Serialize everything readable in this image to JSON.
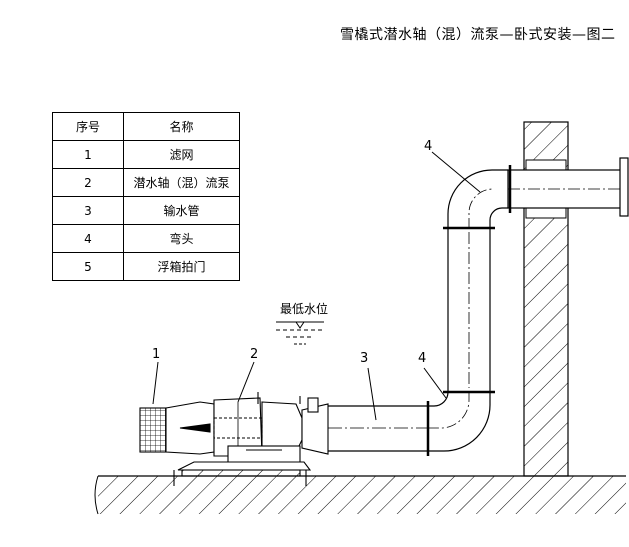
{
  "title": "雪橇式潜水轴（混）流泵—卧式安装—图二",
  "table": {
    "headers": [
      "序号",
      "名称"
    ],
    "rows": [
      {
        "no": "1",
        "name": "滤网"
      },
      {
        "no": "2",
        "name": "潜水轴（混）流泵"
      },
      {
        "no": "3",
        "name": "输水管"
      },
      {
        "no": "4",
        "name": "弯头"
      },
      {
        "no": "5",
        "name": "浮箱拍门"
      }
    ]
  },
  "labels": {
    "l1": "1",
    "l2": "2",
    "l3": "3",
    "l4a": "4",
    "l4b": "4"
  },
  "water_level": "最低水位"
}
